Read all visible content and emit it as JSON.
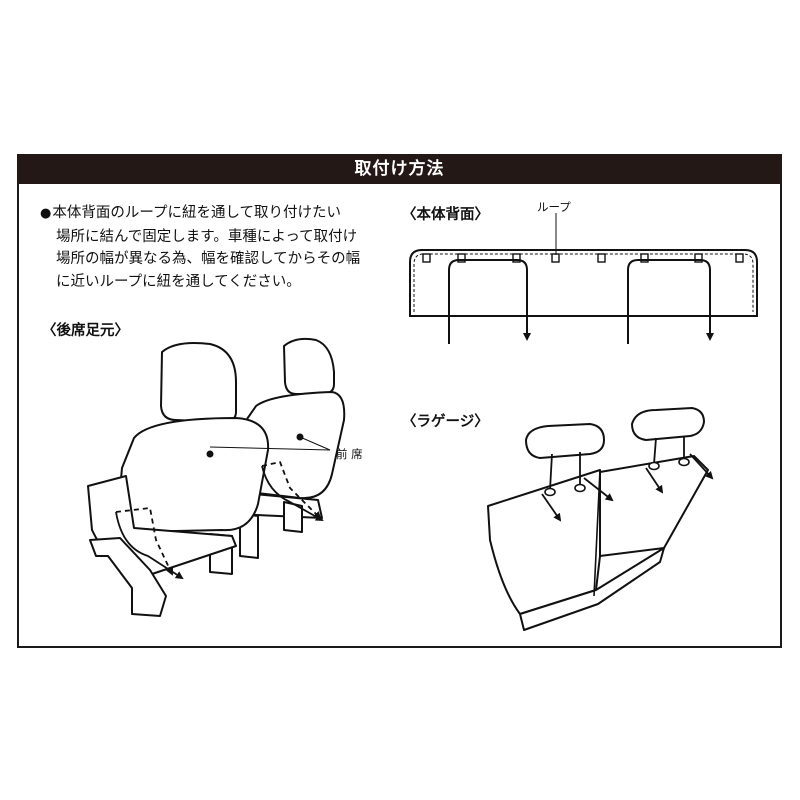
{
  "header": {
    "title": "取付け方法"
  },
  "instructions": {
    "bullet": "●",
    "lines": [
      "本体背面のループに紐を通して取り付けたい",
      "場所に結んで固定します。車種によって取付け",
      "場所の幅が異なる為、幅を確認してからその幅",
      "に近いループに紐を通してください。"
    ]
  },
  "sections": {
    "back_view": {
      "label": "〈本体背面〉",
      "loop_label": "ループ"
    },
    "rear_footwell": {
      "label": "〈後席足元〉",
      "front_seat_label": "前 席"
    },
    "luggage": {
      "label": "〈ラゲージ〉"
    }
  }
}
